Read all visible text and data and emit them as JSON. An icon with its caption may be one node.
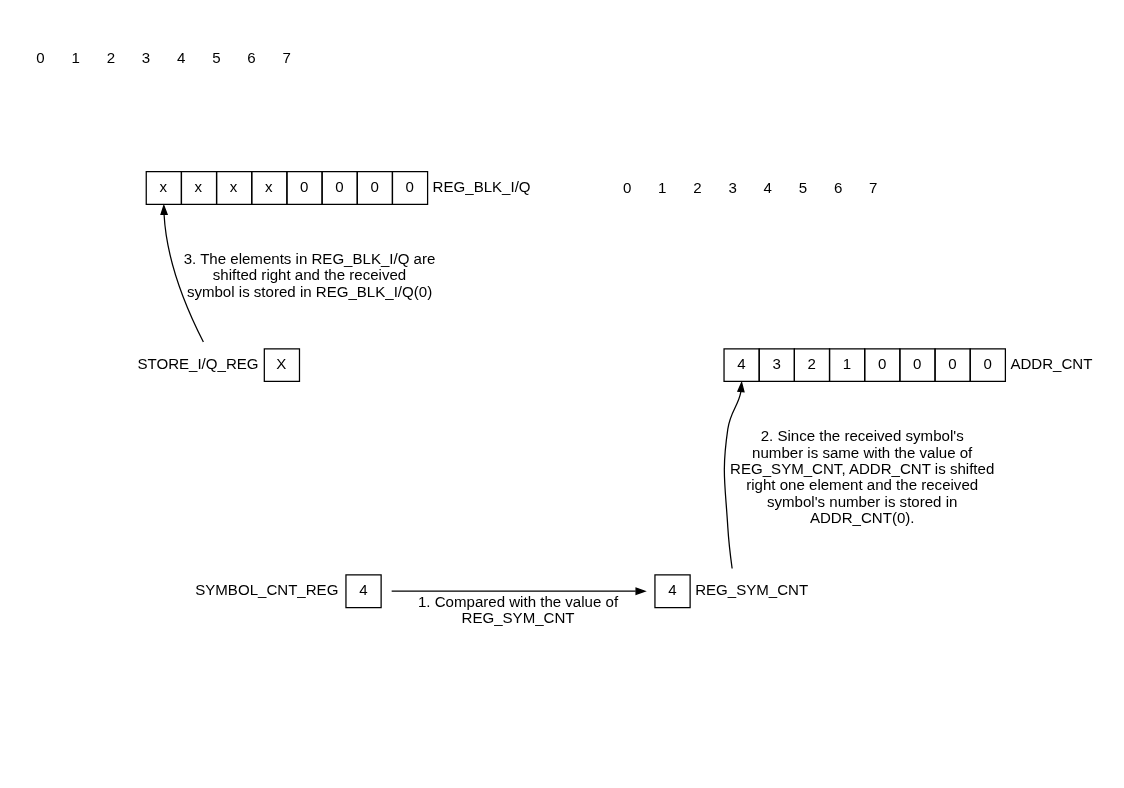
{
  "diagram": {
    "nodes": [
      {
        "text": [
          "x",
          "x",
          "x",
          "x",
          "0",
          "0",
          "0",
          "0"
        ],
        "beside": [
          "REG_BLK_I/Q"
        ]
      },
      {
        "text": [
          "4",
          "3",
          "2",
          "1",
          "0",
          "0",
          "0",
          "0"
        ],
        "beside": [
          "ADDR_CNT"
        ]
      },
      {
        "text": [
          "X"
        ],
        "beside": [
          "STORE_I/Q_REG"
        ]
      },
      {
        "text": [
          "4"
        ],
        "beside": [
          "SYMBOL_CNT_REG"
        ]
      },
      {
        "text": [
          "4"
        ],
        "beside": [
          "REG_SYM_CNT"
        ]
      }
    ],
    "edges": [
      {
        "from": 3,
        "to": 4,
        "arrow": "to",
        "label": "1. Compared with the value of REG_SYM_CNT"
      },
      {
        "from": 4,
        "to": 1,
        "arrow": "to",
        "label": "2. Since the received symbol's number is same with the value of REG_SYM_CNT, ADDR_CNT is shifted right one element and the received symbol's number is stored in ADDR_CNT(0)."
      },
      {
        "from": 2,
        "to": 0,
        "arrow": "to",
        "label": "3. The elements in REG_BLK_I/Q are shifted right and the received symbol is stored in REG_BLK_I/Q(0)"
      }
    ],
    "labels": [
      "0",
      "1",
      "2",
      "3",
      "4",
      "5",
      "6",
      "7",
      "0",
      "1",
      "2",
      "3",
      "4",
      "5",
      "6",
      "7"
    ]
  }
}
